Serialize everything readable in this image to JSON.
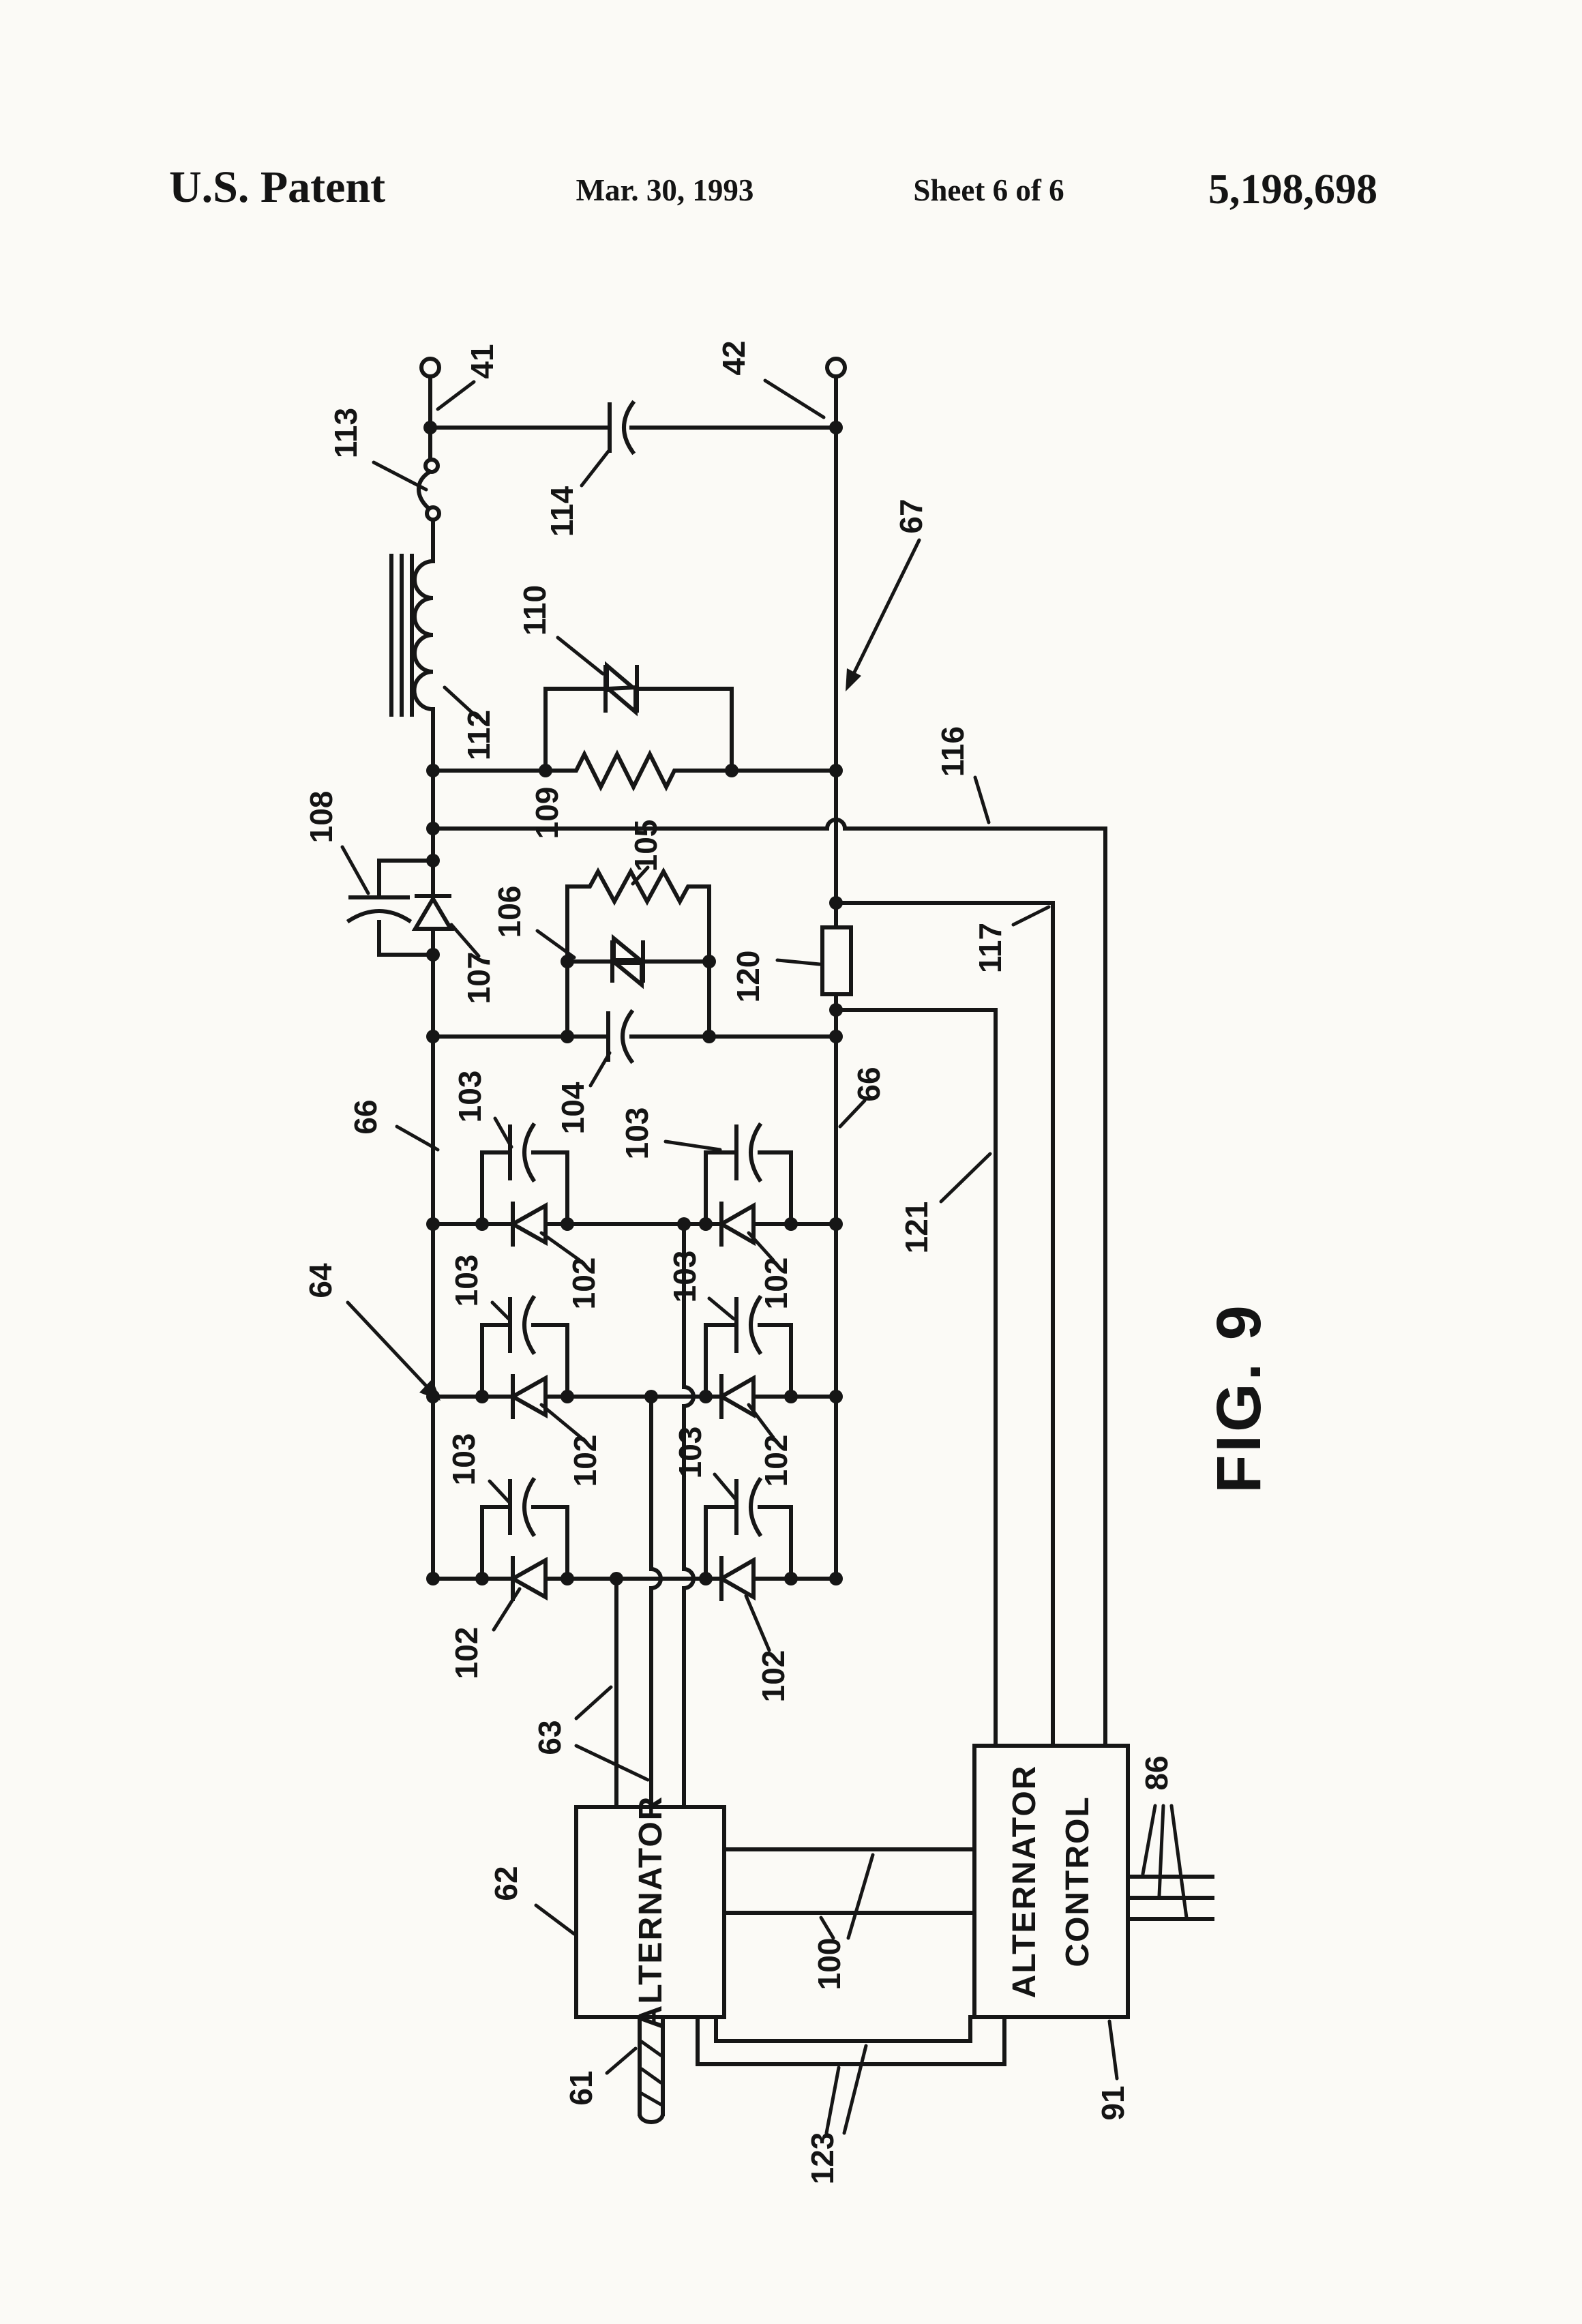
{
  "header": {
    "publisher": "U.S. Patent",
    "date": "Mar. 30, 1993",
    "sheet": "Sheet 6 of 6",
    "patent_number": "5,198,698"
  },
  "figure": {
    "caption": "FIG. 9",
    "boxes": {
      "alternator": "ALTERNATOR",
      "alternator_control_line1": "ALTERNATOR",
      "alternator_control_line2": "CONTROL"
    },
    "refs": {
      "n41": "41",
      "n42": "42",
      "n61": "61",
      "n62": "62",
      "n63": "63",
      "n64": "64",
      "n66": "66",
      "n67": "67",
      "n86": "86",
      "n91": "91",
      "n100": "100",
      "n102": "102",
      "n103": "103",
      "n104": "104",
      "n105": "105",
      "n106": "106",
      "n107": "107",
      "n108": "108",
      "n109": "109",
      "n110": "110",
      "n112": "112",
      "n113": "113",
      "n114": "114",
      "n116": "116",
      "n117": "117",
      "n120": "120",
      "n121": "121",
      "n123": "123"
    }
  }
}
